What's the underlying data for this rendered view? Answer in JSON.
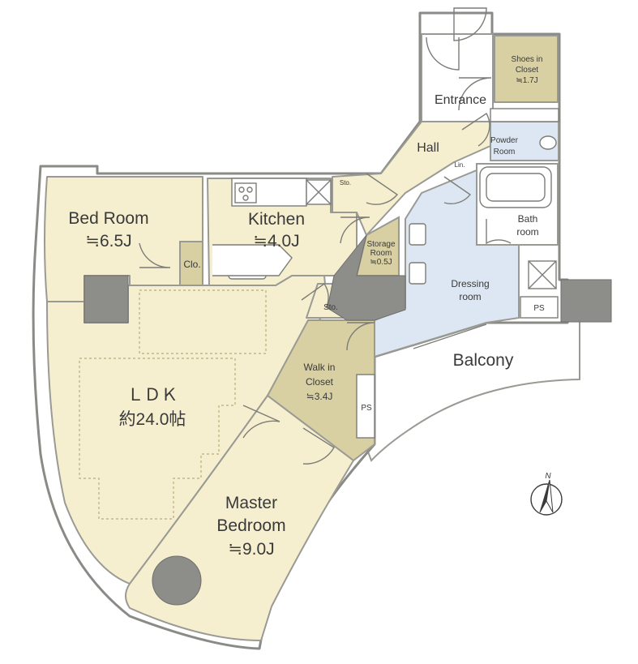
{
  "rooms": {
    "bedroom": {
      "name": "Bed Room",
      "size": "≒6.5J"
    },
    "kitchen": {
      "name": "Kitchen",
      "size": "≒4.0J"
    },
    "ldk": {
      "name": "ＬＤＫ",
      "size": "約24.0帖"
    },
    "master": {
      "name_line1": "Master",
      "name_line2": "Bedroom",
      "size": "≒9.0J"
    },
    "walkin": {
      "name_line1": "Walk in",
      "name_line2": "Closet",
      "size": "≒3.4J"
    },
    "storage": {
      "name_line1": "Storage",
      "name_line2": "Room",
      "size": "≒0.5J"
    },
    "dressing": {
      "name_line1": "Dressing",
      "name_line2": "room"
    },
    "bath": {
      "name_line1": "Bath",
      "name_line2": "room"
    },
    "powder": {
      "name_line1": "Powder",
      "name_line2": "Room"
    },
    "hall": {
      "name": "Hall"
    },
    "entrance": {
      "name": "Entrance"
    },
    "shoes": {
      "name_line1": "Shoes in",
      "name_line2": "Closet",
      "size": "≒1.7J"
    },
    "balcony": {
      "name": "Balcony"
    },
    "clo": {
      "name": "Clo."
    },
    "sto_upper": {
      "name": "Sto."
    },
    "sto_lower": {
      "name": "Sto."
    },
    "lin": {
      "name": "Lin."
    },
    "ps_right": {
      "name": "PS"
    },
    "ps_lower": {
      "name": "PS"
    }
  },
  "compass": {
    "label": "N"
  },
  "colors": {
    "cream": "#f6efcf",
    "tan": "#d8cfa2",
    "blue": "#dde6f3",
    "wall": "#8a8a86"
  }
}
